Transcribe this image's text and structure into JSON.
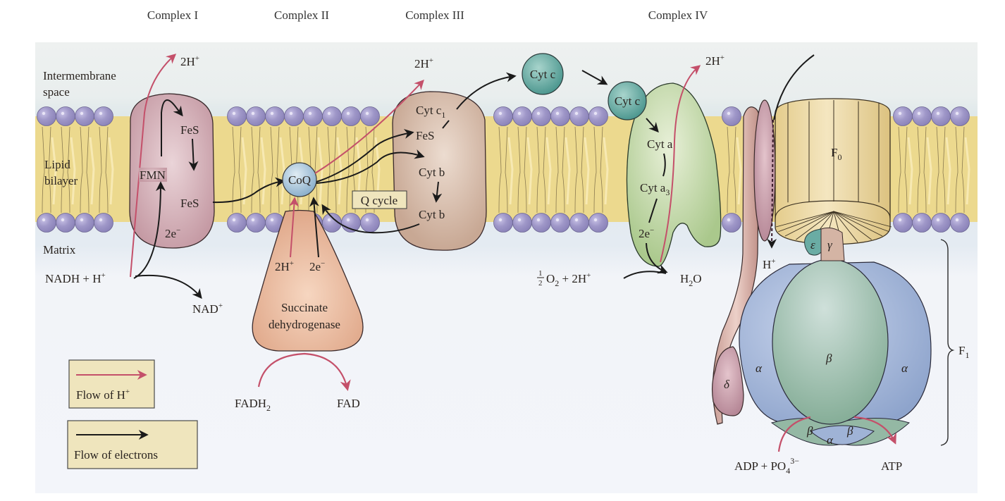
{
  "headers": {
    "complex_1": "Complex I",
    "complex_2": "Complex II",
    "complex_3": "Complex III",
    "complex_4": "Complex IV"
  },
  "regions": {
    "intermembrane_1": "Intermembrane",
    "intermembrane_2": "space",
    "lipid_1": "Lipid",
    "lipid_2": "bilayer",
    "matrix": "Matrix"
  },
  "complex_1": {
    "proton_out": "2H",
    "fes_top": "FeS",
    "fmn": "FMN",
    "fes_bottom": "FeS",
    "electrons": "2e",
    "substrate": "NADH + H",
    "product": "NAD"
  },
  "complex_2": {
    "coq": "CoQ",
    "protons": "2H",
    "electrons": "2e",
    "enzyme_1": "Succinate",
    "enzyme_2": "dehydrogenase",
    "substrate": "FADH",
    "substrate_sub": "2",
    "product": "FAD"
  },
  "complex_3": {
    "proton_out": "2H",
    "cyt_c1": "Cyt c",
    "cyt_c1_sub": "1",
    "fes": "FeS",
    "cyt_b_top": "Cyt b",
    "cyt_b_bottom": "Cyt b",
    "q_cycle": "Q cycle",
    "cyt_c": "Cyt c"
  },
  "complex_4": {
    "proton_out": "2H",
    "cyt_c": "Cyt c",
    "cyt_a": "Cyt a",
    "cyt_a3": "Cyt a",
    "cyt_a3_sub": "3",
    "electrons": "2e",
    "oxygen_frac_num": "1",
    "oxygen_frac_den": "2",
    "oxygen": "O",
    "oxygen_sub": "2",
    "oxygen_rest": " + 2H",
    "water": "H",
    "water_sub": "2",
    "water_rest": "O"
  },
  "atp_synthase": {
    "f0": "F",
    "f0_sub": "0",
    "f1": "F",
    "f1_sub": "1",
    "proton_in": "H",
    "epsilon": "ε",
    "gamma": "γ",
    "delta": "δ",
    "alpha": "α",
    "beta": "β",
    "substrate": "ADP + PO",
    "substrate_sub": "4",
    "substrate_sup": "3−",
    "product": "ATP"
  },
  "symbols": {
    "plus": "+",
    "minus": "−"
  },
  "legend": {
    "proton_flow": "Flow of H",
    "electron_flow": "Flow of electrons"
  },
  "colors": {
    "proton_arrow": "#c4506a",
    "electron_arrow": "#1a1a1a",
    "lipid_head": "#9c94c6",
    "lipid_tail": "#ecd890",
    "complex_1": "#c9a0a8",
    "complex_2": "#e8b898",
    "complex_3": "#d4b8a4",
    "complex_4": "#c0d6a0",
    "cyt_c": "#6aaca4",
    "coq": "#a8c4d8",
    "f0": "#ecd9a0",
    "alpha": "#9fb3d6",
    "beta": "#94b8a4",
    "legend_box": "#efe5bd"
  }
}
